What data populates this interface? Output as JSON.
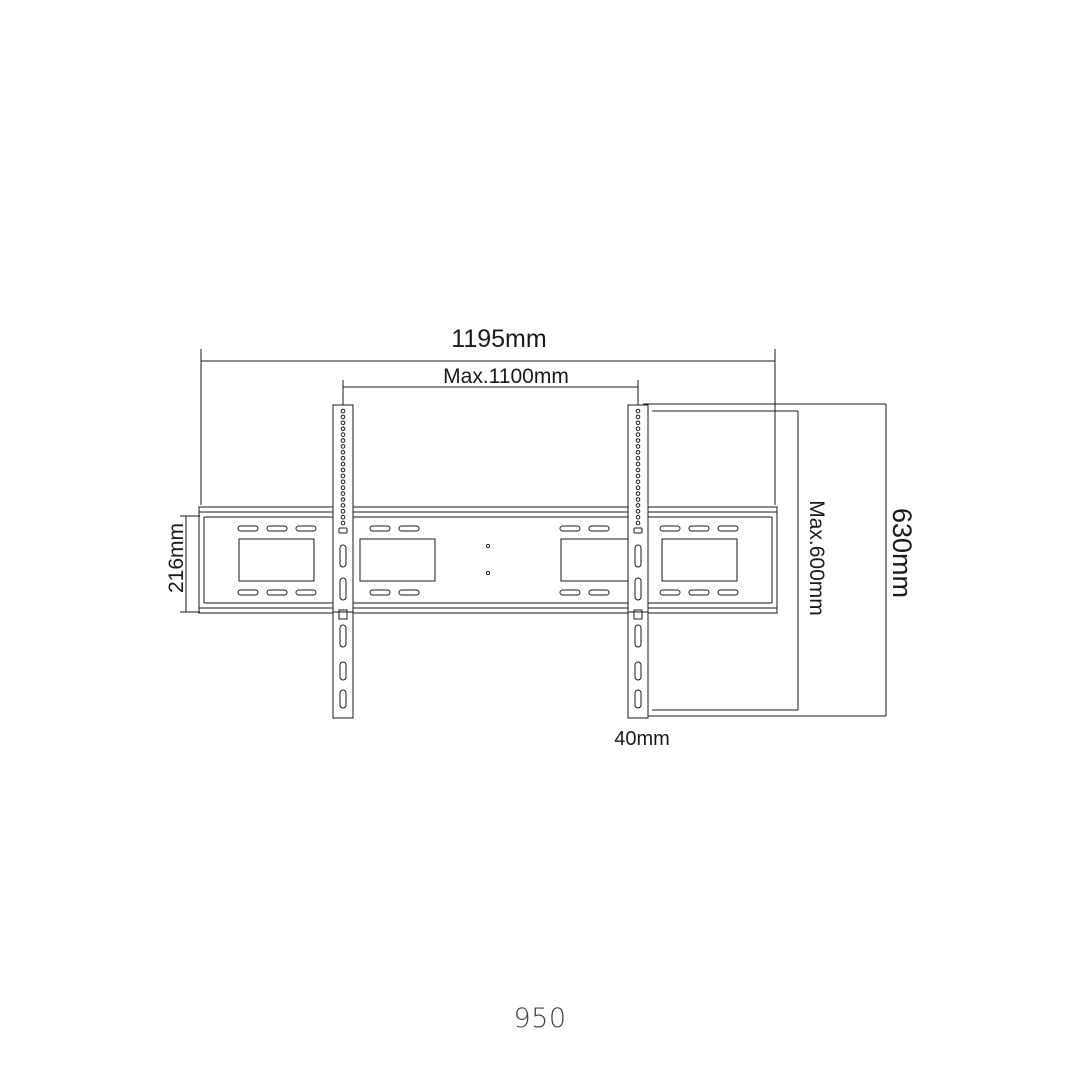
{
  "diagram": {
    "dimensions": {
      "overall_width": "1195mm",
      "max_hole_spacing": "Max.1100mm",
      "bracket_height": "216mm",
      "overall_height": "630mm",
      "max_vertical_spacing": "Max.600mm",
      "depth": "40mm"
    }
  },
  "model_number": "950",
  "colors": {
    "line": "#1a1a1a",
    "text": "#1a1a1a",
    "caption": "#444444"
  }
}
